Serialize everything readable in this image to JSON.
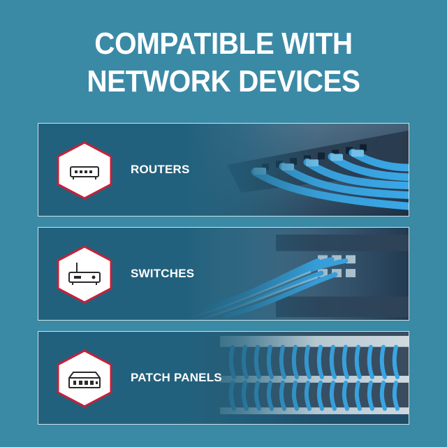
{
  "headline": {
    "line1": "COMPATIBLE WITH",
    "line2": "NETWORK DEVICES"
  },
  "colors": {
    "background": "#3a8aa6",
    "card_fill": "#23627e",
    "hex_border": "#c4213a",
    "icon_stroke": "#2a2a2a",
    "cable_blue": "#3aa7e6"
  },
  "cards": [
    {
      "label": "ROUTERS",
      "icon": "router-icon"
    },
    {
      "label": "SWITCHES",
      "icon": "switch-icon"
    },
    {
      "label": "PATCH PANELS",
      "icon": "patch-panel-icon"
    }
  ]
}
